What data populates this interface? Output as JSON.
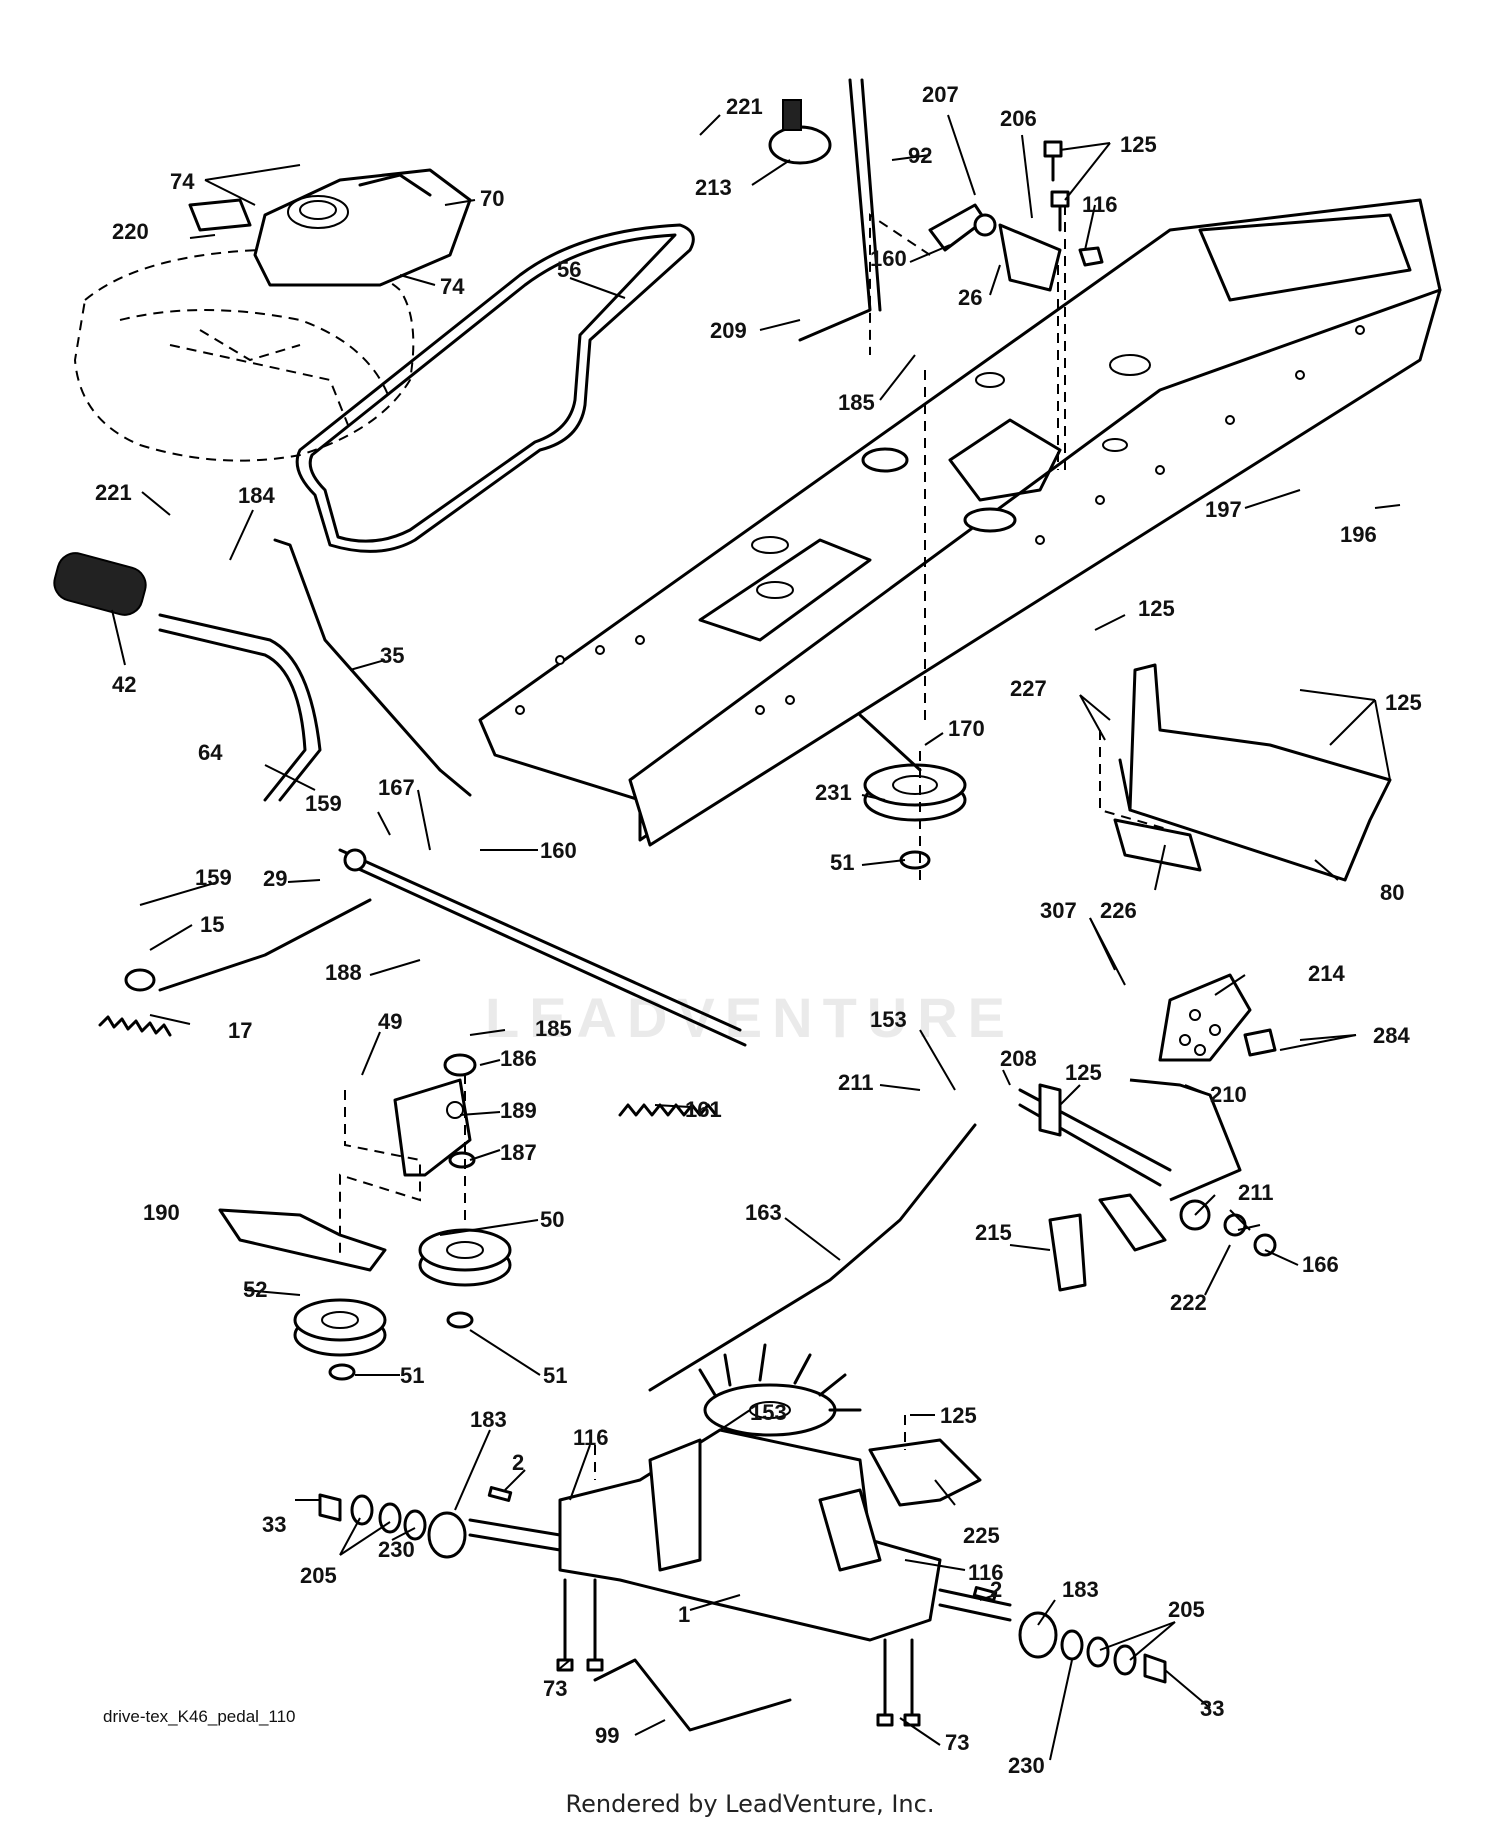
{
  "diagram": {
    "filename": "drive-tex_K46_pedal_110",
    "footer": "Rendered by LeadVenture, Inc.",
    "watermark": "LEADVENTURE",
    "callouts": [
      "221",
      "213",
      "207",
      "206",
      "125",
      "92",
      "74",
      "70",
      "220",
      "74",
      "56",
      "116",
      "160",
      "26",
      "209",
      "185",
      "221",
      "184",
      "197",
      "196",
      "42",
      "35",
      "125",
      "227",
      "125",
      "64",
      "170",
      "231",
      "51",
      "159",
      "167",
      "160",
      "29",
      "80",
      "226",
      "159",
      "15",
      "17",
      "188",
      "307",
      "214",
      "49",
      "185",
      "186",
      "153",
      "208",
      "284",
      "189",
      "187",
      "161",
      "211",
      "125",
      "210",
      "211",
      "190",
      "50",
      "215",
      "163",
      "166",
      "222",
      "52",
      "51",
      "51",
      "153",
      "125",
      "183",
      "116",
      "2",
      "33",
      "205",
      "230",
      "225",
      "116",
      "183",
      "1",
      "2",
      "205",
      "73",
      "33",
      "99",
      "73",
      "230"
    ]
  }
}
